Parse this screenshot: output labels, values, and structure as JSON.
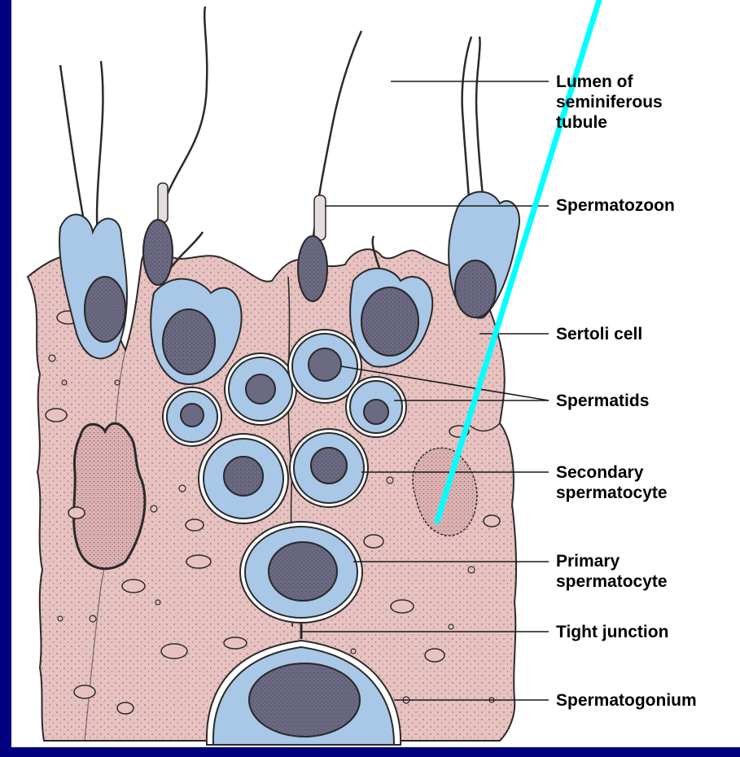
{
  "labels": {
    "lumen": [
      "Lumen of",
      "seminiferous",
      "tubule"
    ],
    "spermatozoon": "Spermatozoon",
    "sertoli": "Sertoli cell",
    "spermatids": "Spermatids",
    "secondary": [
      "Secondary",
      "spermatocyte"
    ],
    "primary": [
      "Primary",
      "spermatocyte"
    ],
    "tight_junction": "Tight junction",
    "spermatogonium": "Spermatogonium"
  },
  "colors": {
    "frame": "#000080",
    "sertoli_cytoplasm": "#e7c2c1",
    "germ_cell_cytoplasm": "#a9c7e7",
    "nucleus": "#6c6a83",
    "pointer_line": "#00ffff"
  }
}
